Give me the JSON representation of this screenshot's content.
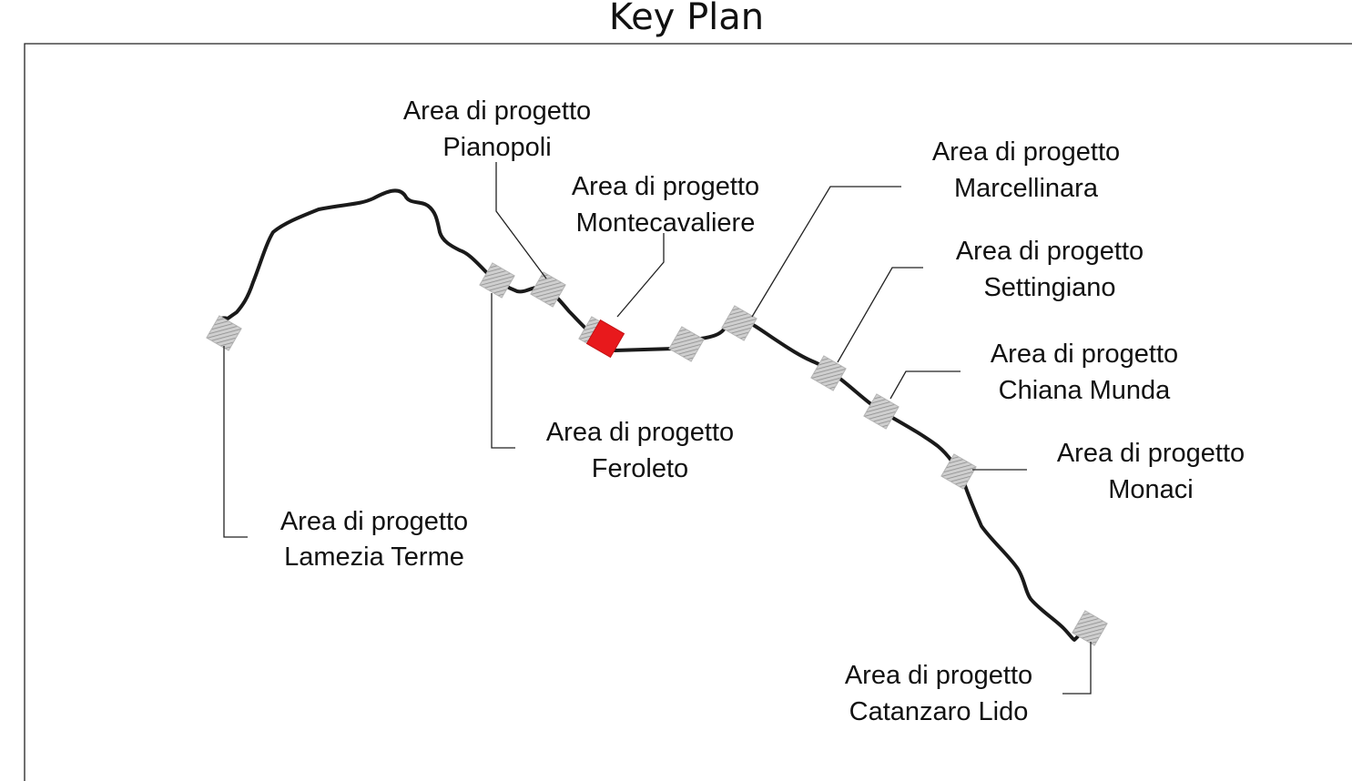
{
  "title": "Key Plan",
  "colors": {
    "route": "#1a1a1a",
    "area": "#b4b4b4",
    "area_hatch": "#8c8c8c",
    "area_active": "#e8191c"
  },
  "areas": [
    {
      "id": "lamezia-terme",
      "line1": "Area di progetto",
      "line2": "Lamezia Terme",
      "active": false
    },
    {
      "id": "feroleto",
      "line1": "Area di progetto",
      "line2": "Feroleto",
      "active": false
    },
    {
      "id": "pianopoli",
      "line1": "Area di progetto",
      "line2": "Pianopoli",
      "active": false
    },
    {
      "id": "montecavaliere",
      "line1": "Area di progetto",
      "line2": "Montecavaliere",
      "active": true
    },
    {
      "id": "unlabeled",
      "line1": "",
      "line2": "",
      "active": false
    },
    {
      "id": "marcellinara",
      "line1": "Area di progetto",
      "line2": "Marcellinara",
      "active": false
    },
    {
      "id": "settingiano",
      "line1": "Area di progetto",
      "line2": "Settingiano",
      "active": false
    },
    {
      "id": "chiana-munda",
      "line1": "Area di progetto",
      "line2": "Chiana Munda",
      "active": false
    },
    {
      "id": "monaci",
      "line1": "Area di progetto",
      "line2": "Monaci",
      "active": false
    },
    {
      "id": "catanzaro-lido",
      "line1": "Area di progetto",
      "line2": "Catanzaro Lido",
      "active": false
    }
  ]
}
